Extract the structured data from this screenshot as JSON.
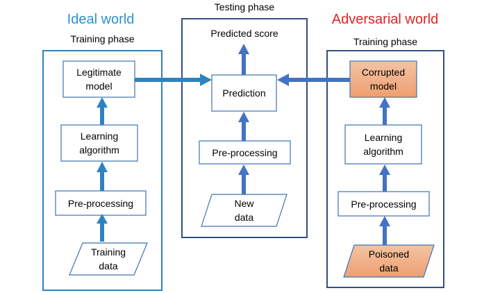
{
  "colors": {
    "ideal": "#2e8fce",
    "adversarial": "#e02424",
    "box_border": "#3c72b5",
    "arrow_blue": "#4472c4",
    "arrow_left": "#2e82c0",
    "corrupted_fill": "#f2b08a"
  },
  "ideal": {
    "title": "Ideal world",
    "phase": "Training phase",
    "legit_model": "Legitimate\nmodel",
    "learning": "Learning\nalgorithm",
    "preprocessing": "Pre-processing",
    "data": "Training\ndata"
  },
  "testing": {
    "phase": "Testing phase",
    "score": "Predicted score",
    "prediction": "Prediction",
    "preprocessing": "Pre-processing",
    "data": "New\ndata"
  },
  "adversarial": {
    "title": "Adversarial world",
    "phase": "Training phase",
    "model": "Corrupted\nmodel",
    "learning": "Learning\nalgorithm",
    "preprocessing": "Pre-processing",
    "data": "Poisoned\ndata"
  }
}
